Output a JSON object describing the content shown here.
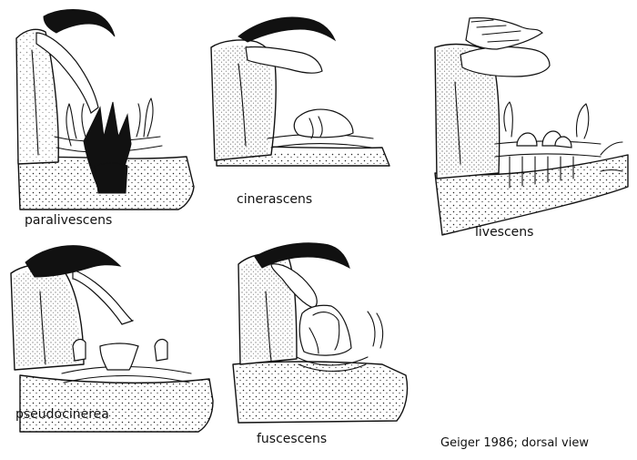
{
  "figure": {
    "specimens": [
      {
        "label": "paralivescens"
      },
      {
        "label": "cinerascens"
      },
      {
        "label": "livescens"
      },
      {
        "label": "pseudocinerea"
      },
      {
        "label": "fuscescens"
      }
    ],
    "credit": "Geiger 1986; dorsal view"
  }
}
